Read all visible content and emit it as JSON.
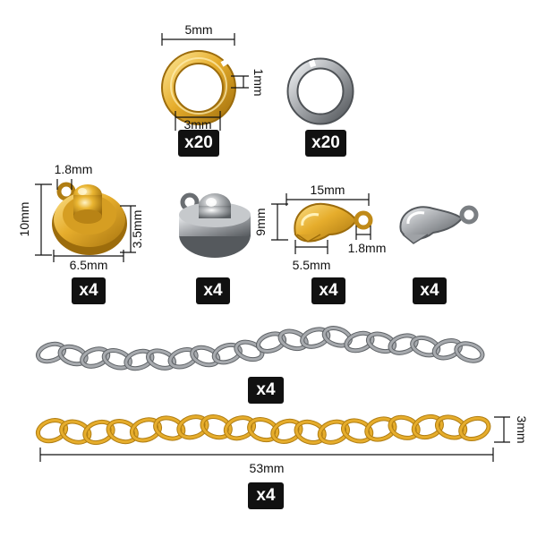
{
  "dimensions": {
    "ring_outer": "5mm",
    "ring_thickness": "1mm",
    "ring_inner": "3mm",
    "clasp_loop": "1.8mm",
    "clasp_height": "10mm",
    "clasp_depth": "3.5mm",
    "clasp_width": "6.5mm",
    "lobster_length": "15mm",
    "lobster_height": "9mm",
    "lobster_width": "5.5mm",
    "lobster_loop": "1.8mm",
    "chain_width": "3mm",
    "chain_length": "53mm"
  },
  "quantities": {
    "gold_ring": "x20",
    "silver_ring": "x20",
    "gold_snap": "x4",
    "silver_snap": "x4",
    "gold_lobster": "x4",
    "silver_lobster": "x4",
    "silver_chain": "x4",
    "gold_chain": "x4"
  },
  "colors": {
    "gold": "#e6ad2c",
    "gold_dark": "#b07d12",
    "gold_light": "#fbe08a",
    "silver": "#a7aaae",
    "silver_dark": "#5f6367",
    "silver_light": "#e8eaec",
    "badge_bg": "#111111"
  }
}
